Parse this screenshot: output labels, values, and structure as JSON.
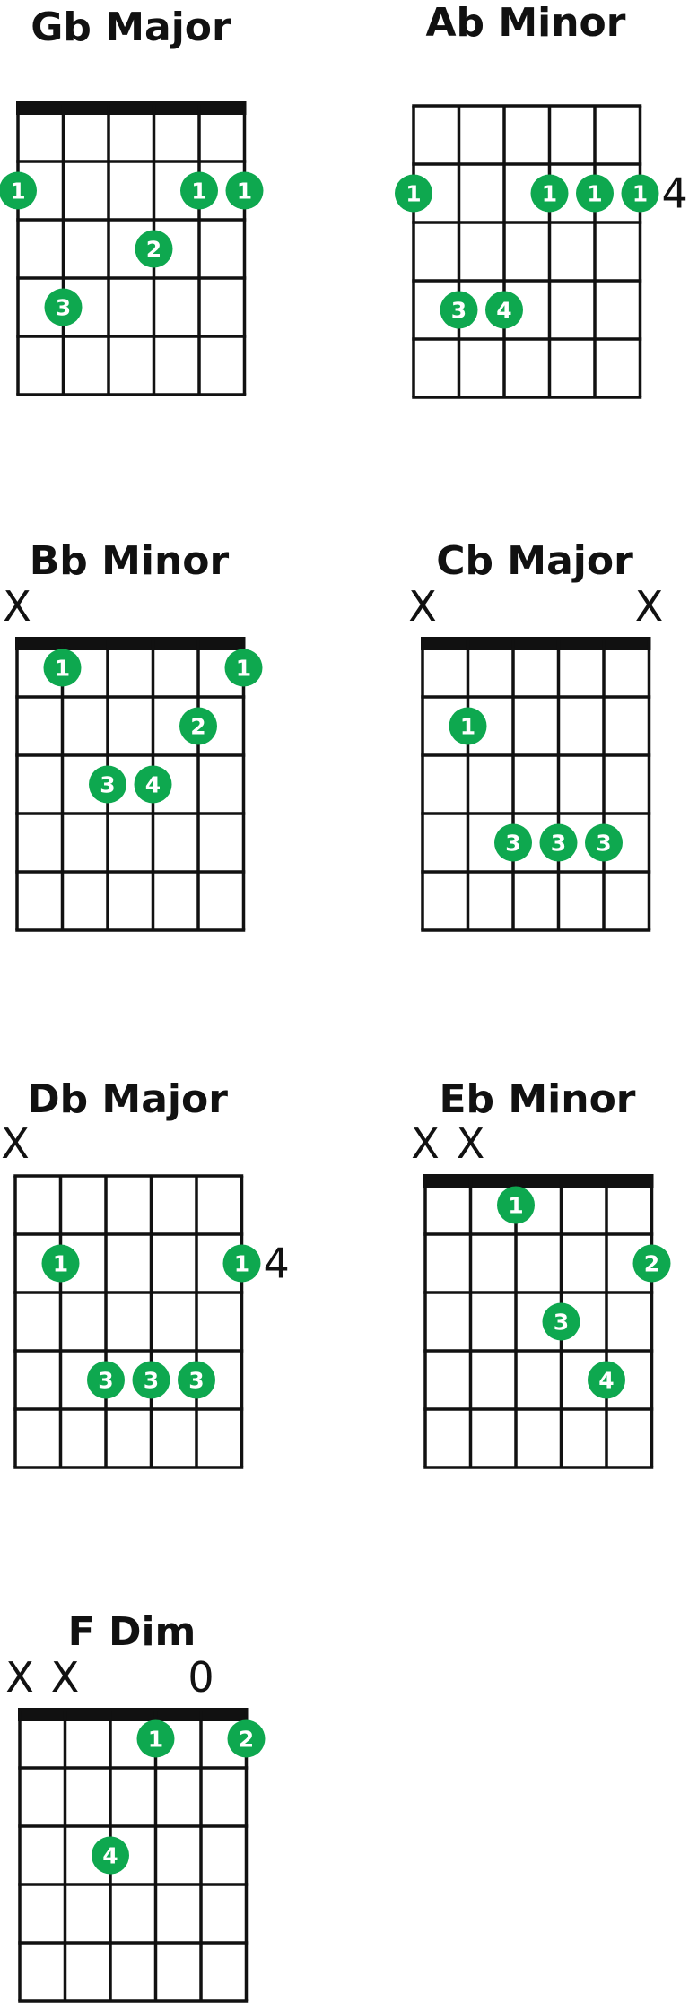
{
  "colors": {
    "dot": "#0ea84f",
    "line": "#111111",
    "background": "#ffffff"
  },
  "diagram": {
    "strings": 6,
    "frets": 5,
    "chords": [
      {
        "name": "Gb Major",
        "nut": true,
        "top_markers": [],
        "fret_label": "",
        "dots": [
          {
            "string": 1,
            "fret": 2,
            "finger": "1"
          },
          {
            "string": 5,
            "fret": 2,
            "finger": "1"
          },
          {
            "string": 6,
            "fret": 2,
            "finger": "1"
          },
          {
            "string": 4,
            "fret": 3,
            "finger": "2"
          },
          {
            "string": 2,
            "fret": 4,
            "finger": "3"
          }
        ]
      },
      {
        "name": "Ab Minor",
        "nut": false,
        "top_markers": [],
        "fret_label": "4",
        "dots": [
          {
            "string": 1,
            "fret": 2,
            "finger": "1"
          },
          {
            "string": 4,
            "fret": 2,
            "finger": "1"
          },
          {
            "string": 5,
            "fret": 2,
            "finger": "1"
          },
          {
            "string": 6,
            "fret": 2,
            "finger": "1"
          },
          {
            "string": 2,
            "fret": 4,
            "finger": "3"
          },
          {
            "string": 3,
            "fret": 4,
            "finger": "4"
          }
        ]
      },
      {
        "name": "Bb Minor",
        "nut": true,
        "top_markers": [
          {
            "string": 1,
            "text": "X"
          }
        ],
        "fret_label": "",
        "dots": [
          {
            "string": 2,
            "fret": 1,
            "finger": "1"
          },
          {
            "string": 6,
            "fret": 1,
            "finger": "1"
          },
          {
            "string": 5,
            "fret": 2,
            "finger": "2"
          },
          {
            "string": 3,
            "fret": 3,
            "finger": "3"
          },
          {
            "string": 4,
            "fret": 3,
            "finger": "4"
          }
        ]
      },
      {
        "name": "Cb Major",
        "nut": true,
        "top_markers": [
          {
            "string": 1,
            "text": "X"
          },
          {
            "string": 6,
            "text": "X"
          }
        ],
        "fret_label": "",
        "dots": [
          {
            "string": 2,
            "fret": 2,
            "finger": "1"
          },
          {
            "string": 3,
            "fret": 4,
            "finger": "3"
          },
          {
            "string": 4,
            "fret": 4,
            "finger": "3"
          },
          {
            "string": 5,
            "fret": 4,
            "finger": "3"
          }
        ]
      },
      {
        "name": "Db Major",
        "nut": false,
        "top_markers": [
          {
            "string": 1,
            "text": "X"
          }
        ],
        "fret_label": "4",
        "dots": [
          {
            "string": 2,
            "fret": 2,
            "finger": "1"
          },
          {
            "string": 6,
            "fret": 2,
            "finger": "1"
          },
          {
            "string": 3,
            "fret": 4,
            "finger": "3"
          },
          {
            "string": 4,
            "fret": 4,
            "finger": "3"
          },
          {
            "string": 5,
            "fret": 4,
            "finger": "3"
          }
        ]
      },
      {
        "name": "Eb Minor",
        "nut": true,
        "top_markers": [
          {
            "string": 1,
            "text": "X"
          },
          {
            "string": 2,
            "text": "X"
          }
        ],
        "fret_label": "",
        "dots": [
          {
            "string": 3,
            "fret": 1,
            "finger": "1"
          },
          {
            "string": 6,
            "fret": 2,
            "finger": "2"
          },
          {
            "string": 4,
            "fret": 3,
            "finger": "3"
          },
          {
            "string": 5,
            "fret": 4,
            "finger": "4"
          }
        ]
      },
      {
        "name": "F Dim",
        "nut": true,
        "top_markers": [
          {
            "string": 1,
            "text": "X"
          },
          {
            "string": 2,
            "text": "X"
          },
          {
            "string": 5,
            "text": "0"
          }
        ],
        "fret_label": "",
        "dots": [
          {
            "string": 4,
            "fret": 1,
            "finger": "1"
          },
          {
            "string": 6,
            "fret": 1,
            "finger": "2"
          },
          {
            "string": 3,
            "fret": 3,
            "finger": "4"
          }
        ]
      }
    ]
  }
}
